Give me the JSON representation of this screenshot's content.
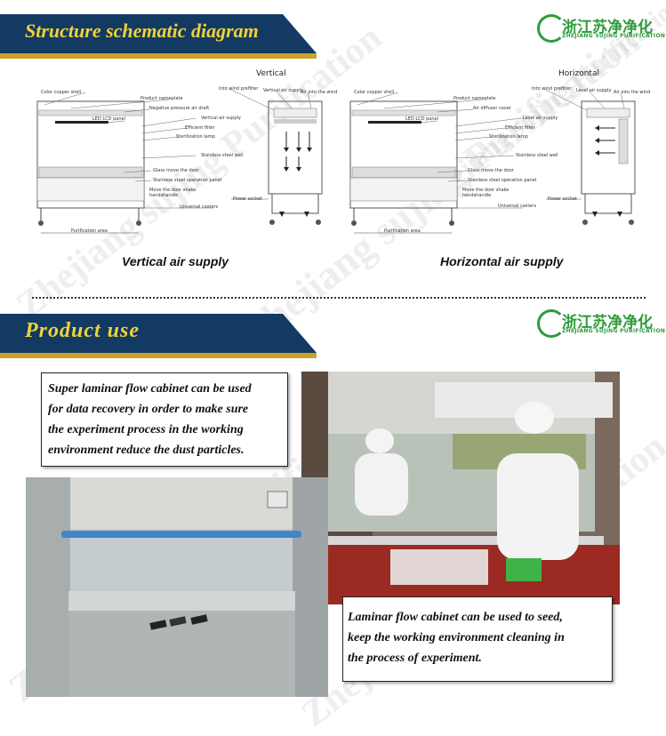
{
  "section1": {
    "title": "Structure schematic diagram",
    "logo": {
      "cn": "浙江苏净净化",
      "en": "ZHEJIANG SUJING PURIFICATION"
    }
  },
  "diagram_vertical": {
    "heading": "Vertical",
    "labels": {
      "copper": "Color copper shell",
      "nameplate": "Product nameplate",
      "negative": "Negative pressure air draft",
      "lcd": "LED LCD panel",
      "vair": "Vertical air supply",
      "filter": "Efficient filter",
      "lamp": "Sterilization lamp",
      "wall": "Stainless steel wall",
      "glass": "Glass move the door",
      "panel": "Stainless steel operation panel",
      "shake": "Move the door shake handshandle",
      "socket": "Power socket",
      "casters": "Universal casters",
      "area": "Purification area",
      "prefilter": "Into wind prefilter",
      "topvair": "Vertical air supply",
      "airwind": "Air into the wind"
    },
    "caption": "Vertical air supply"
  },
  "diagram_horizontal": {
    "heading": "Horizontal",
    "labels": {
      "copper": "Color copper shell",
      "nameplate": "Product nameplate",
      "diffuser": "Air diffuser cover",
      "lcd": "LED LCD panel",
      "level": "Level air supply",
      "filter": "Efficient filter",
      "lamp": "Sterilization lamp",
      "wall": "Stainless steel wall",
      "glass": "Glass move the door",
      "panel": "Stainless steel operation panel",
      "shake": "Move the door shake handshandle",
      "socket": "Power socket",
      "casters": "Universal casters",
      "area": "Purification area",
      "prefilter": "Into wind prefilter",
      "toplevel": "Level air supply",
      "airwind": "Air into the wind"
    },
    "caption": "Horizontal air supply"
  },
  "section2": {
    "title": "Product use",
    "logo": {
      "cn": "浙江苏净净化",
      "en": "ZHEJIANG SUJING PURIFICATION"
    }
  },
  "text1": [
    "Super  laminar flow cabinet can be used",
    "for data recovery in order to make sure",
    "the experiment process in the working",
    "environment reduce the dust particles."
  ],
  "text2": [
    "Laminar flow cabinet can be used to seed,",
    "keep the working environment cleaning in",
    "the process of experiment."
  ],
  "watermark": "Zhejiang sujing Purification",
  "colors": {
    "banner": "#123a62",
    "title": "#f2d13a",
    "logo": "#2f9b3b",
    "accent": "#c9a227"
  }
}
